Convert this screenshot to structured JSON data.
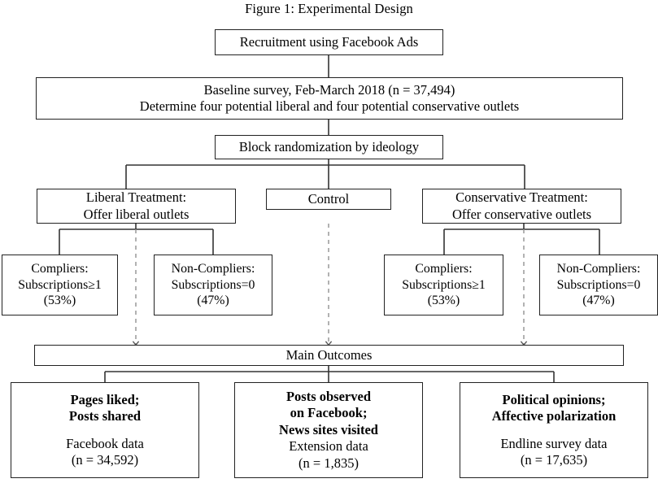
{
  "figure": {
    "title": "Figure 1: Experimental Design",
    "type": "flowchart",
    "line_color": "#222222",
    "background": "#ffffff"
  },
  "nodes": {
    "recruitment": {
      "line1": "Recruitment using Facebook Ads"
    },
    "baseline": {
      "line1": "Baseline survey, Feb-March 2018 (n = 37,494)",
      "line2": "Determine four potential liberal and four potential conservative outlets"
    },
    "randomization": {
      "line1": "Block randomization by ideology"
    },
    "liberal_treatment": {
      "line1": "Liberal Treatment:",
      "line2": "Offer liberal outlets"
    },
    "control": {
      "line1": "Control"
    },
    "conservative_treatment": {
      "line1": "Conservative Treatment:",
      "line2": "Offer conservative outlets"
    },
    "liberal_compliers": {
      "line1": "Compliers:",
      "line2": "Subscriptions≥1",
      "line3": "(53%)"
    },
    "liberal_noncompliers": {
      "line1": "Non-Compliers:",
      "line2": "Subscriptions=0",
      "line3": "(47%)"
    },
    "conservative_compliers": {
      "line1": "Compliers:",
      "line2": "Subscriptions≥1",
      "line3": "(53%)"
    },
    "conservative_noncompliers": {
      "line1": "Non-Compliers:",
      "line2": "Subscriptions=0",
      "line3": "(47%)"
    },
    "main_outcomes": {
      "line1": "Main Outcomes"
    },
    "outcome_facebook": {
      "line1": "Pages liked;",
      "line2": "Posts shared",
      "source": "Facebook data",
      "n": "(n = 34,592)"
    },
    "outcome_extension": {
      "line1": "Posts observed",
      "line2": "on Facebook;",
      "line3": "News sites visited",
      "source": "Extension data",
      "n": "(n = 1,835)"
    },
    "outcome_survey": {
      "line1": "Political opinions;",
      "line2": "Affective polarization",
      "source": "Endline survey data",
      "n": "(n = 17,635)"
    }
  }
}
